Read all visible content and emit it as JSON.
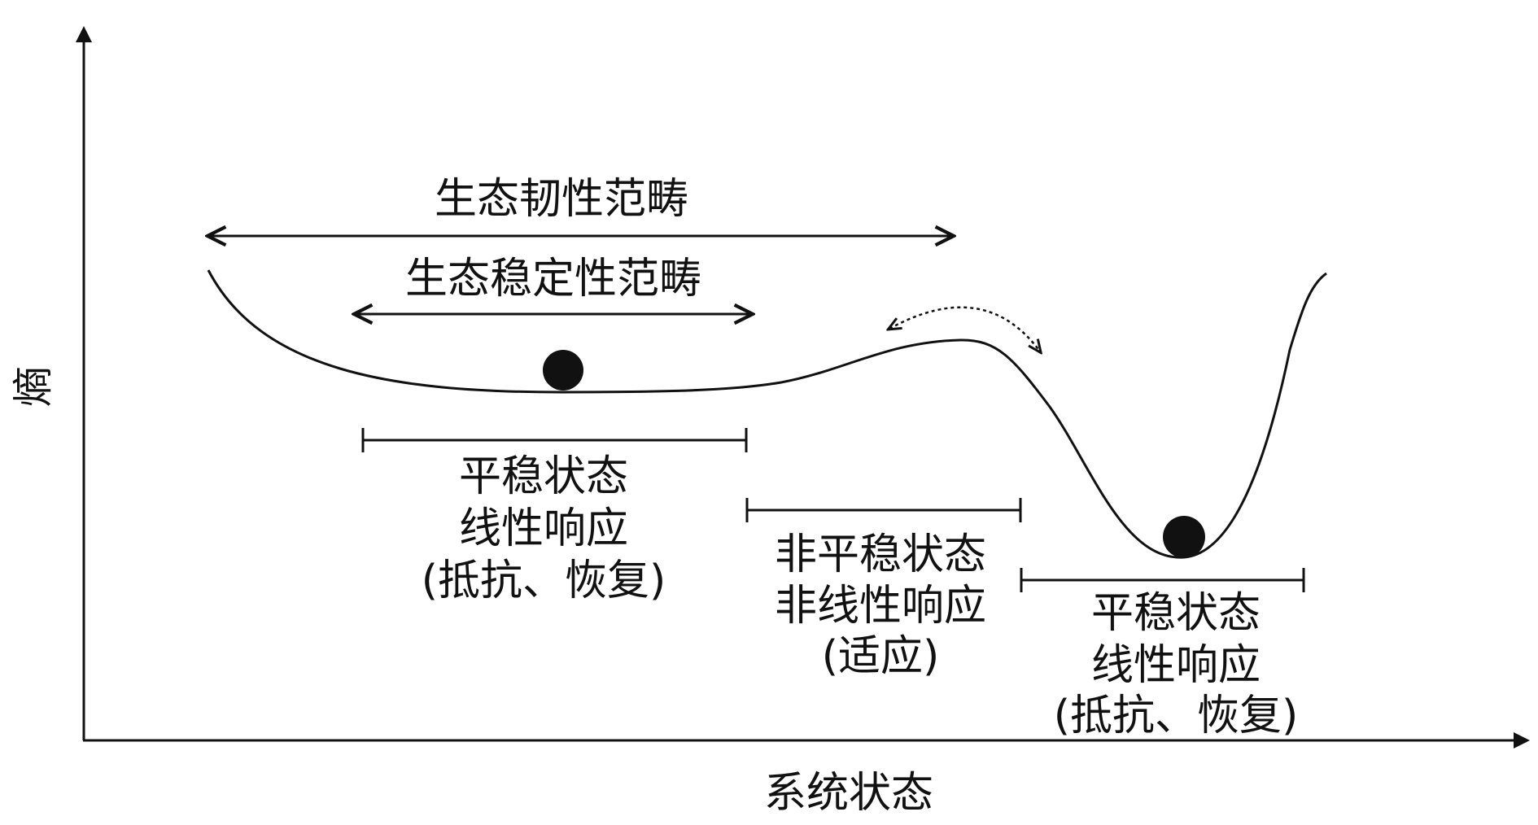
{
  "axes": {
    "y_label": "熵",
    "x_label": "系统状态"
  },
  "ranges": {
    "resilience_domain": "生态韧性范畴",
    "stability_domain": "生态稳定性范畴"
  },
  "regions": [
    {
      "lines": [
        "平稳状态",
        "线性响应",
        "(抵抗、恢复)"
      ]
    },
    {
      "lines": [
        "非平稳状态",
        "非线性响应",
        "(适应)"
      ]
    },
    {
      "lines": [
        "平稳状态",
        "线性响应",
        "(抵抗、恢复)"
      ]
    }
  ],
  "colors": {
    "ink": "#111111",
    "background": "#ffffff"
  }
}
